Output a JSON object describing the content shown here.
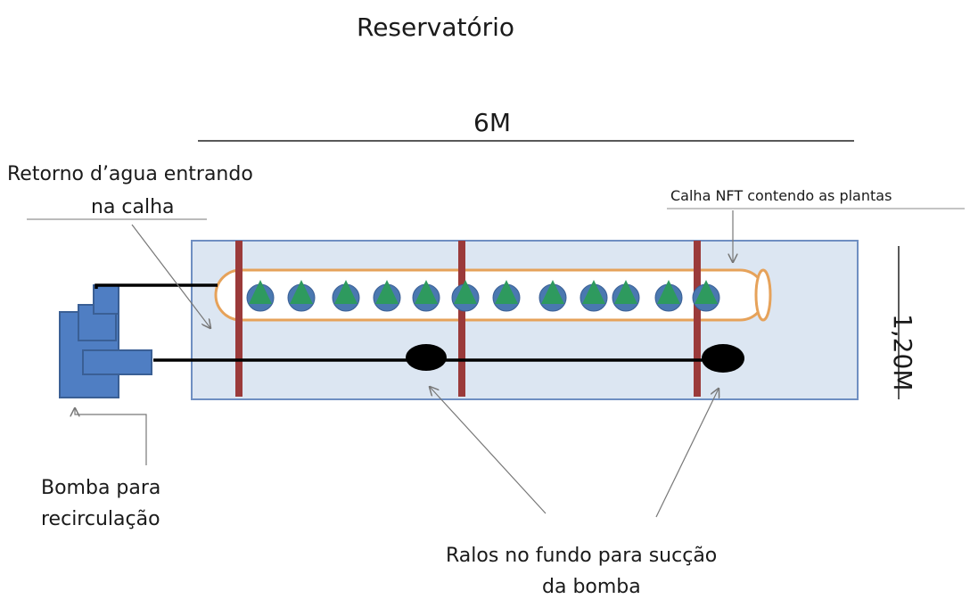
{
  "title": "Reservatório",
  "dimensions": {
    "width": "6M",
    "height": "1,20M"
  },
  "labels": {
    "retorno_line1": "Retorno d’agua entrando",
    "retorno_line2": "na calha",
    "calha": "Calha NFT contendo as plantas",
    "bomba_line1": "Bomba para",
    "bomba_line2": "recirculação",
    "ralos_line1": "Ralos no fundo  para sucção",
    "ralos_line2": "da bomba"
  },
  "plant_count": 12,
  "colors": {
    "reservoir_fill": "#dce6f2",
    "reservoir_border": "#6f8fc2",
    "pipe_border": "#e6a25a",
    "support_post": "#9b3a3a",
    "pump": "#4f7ec3",
    "plant_triangle": "#2e9a5e",
    "plant_base": "#4a78b0",
    "drain": "#000000"
  }
}
